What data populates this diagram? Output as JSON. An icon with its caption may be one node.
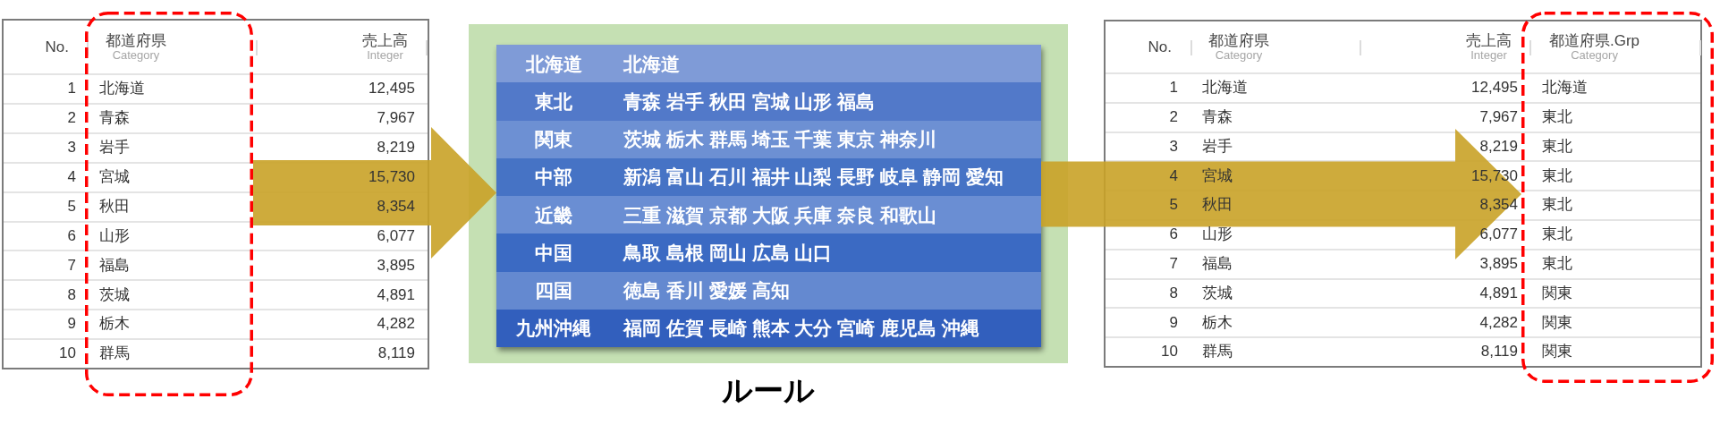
{
  "diagram": {
    "nodes": [
      {
        "text": [
          "No.",
          "都道府県",
          "Category",
          "売上高",
          "Integer",
          "1",
          "北海道",
          "12,495",
          "2",
          "青森",
          "7,967",
          "3",
          "岩手",
          "8,219",
          "4",
          "宮城",
          "15,730",
          "5",
          "秋田",
          "8,354",
          "6",
          "山形",
          "6,077",
          "7",
          "福島",
          "3,895",
          "8",
          "茨城",
          "4,891",
          "9",
          "栃木",
          "4,282",
          "10",
          "群馬",
          "8,119"
        ]
      },
      {
        "text": [],
        "shape": "box",
        "beside": [
          "ルール"
        ]
      },
      {
        "text": [
          "北海道",
          "北海道",
          "東北",
          "青森 岩手 秋田 宮城 山形 福島",
          "関東",
          "茨城 栃木 群馬 埼玉 千葉 東京 神奈川",
          "中部",
          "新潟 富山 石川 福井 山梨 長野 岐阜 静岡 愛知",
          "近畿",
          "三重 滋賀 京都 大阪 兵庫 奈良 和歌山",
          "中国",
          "鳥取 島根 岡山 広島 山口",
          "四国",
          "徳島 香川 愛媛 高知",
          "九州沖縄",
          "福岡 佐賀 長崎 熊本 大分 宮崎 鹿児島 沖縄"
        ],
        "in": 1
      },
      {
        "text": [
          "No.",
          "都道府県",
          "Category",
          "売上高",
          "Integer",
          "都道府県.Grp",
          "Category",
          "1",
          "北海道",
          "12,495",
          "北海道",
          "2",
          "青森",
          "7,967",
          "東北",
          "3",
          "岩手",
          "8,219",
          "東北",
          "4",
          "宮城",
          "15,730",
          "東北",
          "5",
          "秋田",
          "8,354",
          "東北",
          "6",
          "山形",
          "6,077",
          "東北",
          "7",
          "福島",
          "3,895",
          "東北",
          "8",
          "茨城",
          "4,891",
          "関東",
          "9",
          "栃木",
          "4,282",
          "関東",
          "10",
          "群馬",
          "8,119",
          "関東"
        ]
      }
    ],
    "edges": [
      {
        "from": 0,
        "to": 2,
        "arrow": "to"
      },
      {
        "from": 2,
        "to": 3,
        "arrow": "to"
      }
    ]
  }
}
